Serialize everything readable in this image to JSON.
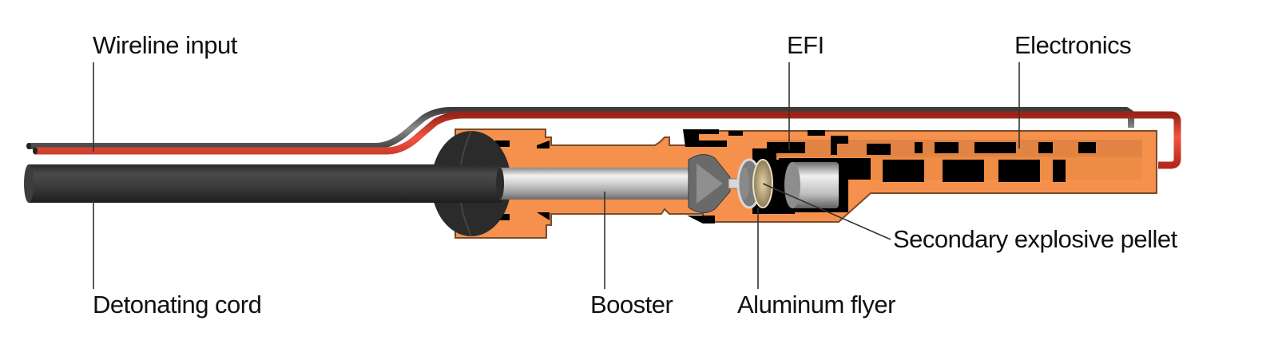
{
  "diagram": {
    "title": "Electronic detonator (EFI) cross-section",
    "labels": {
      "wireline_input": "Wireline input",
      "efi": "EFI",
      "electronics": "Electronics",
      "secondary_explosive_pellet": "Secondary explosive pellet",
      "detonating_cord": "Detonating cord",
      "booster": "Booster",
      "aluminum_flyer": "Aluminum flyer"
    },
    "colors": {
      "housing": "#f5914d",
      "housing_outline": "#7a4a2a",
      "red_wire": "#e0392a",
      "gray_wire": "#6e6e6e",
      "detonating_cord": "#3a3a3a",
      "booster": "#c9c9c9",
      "components": "#000000",
      "pellet": "#c8b48a",
      "label_text": "#111111"
    }
  }
}
